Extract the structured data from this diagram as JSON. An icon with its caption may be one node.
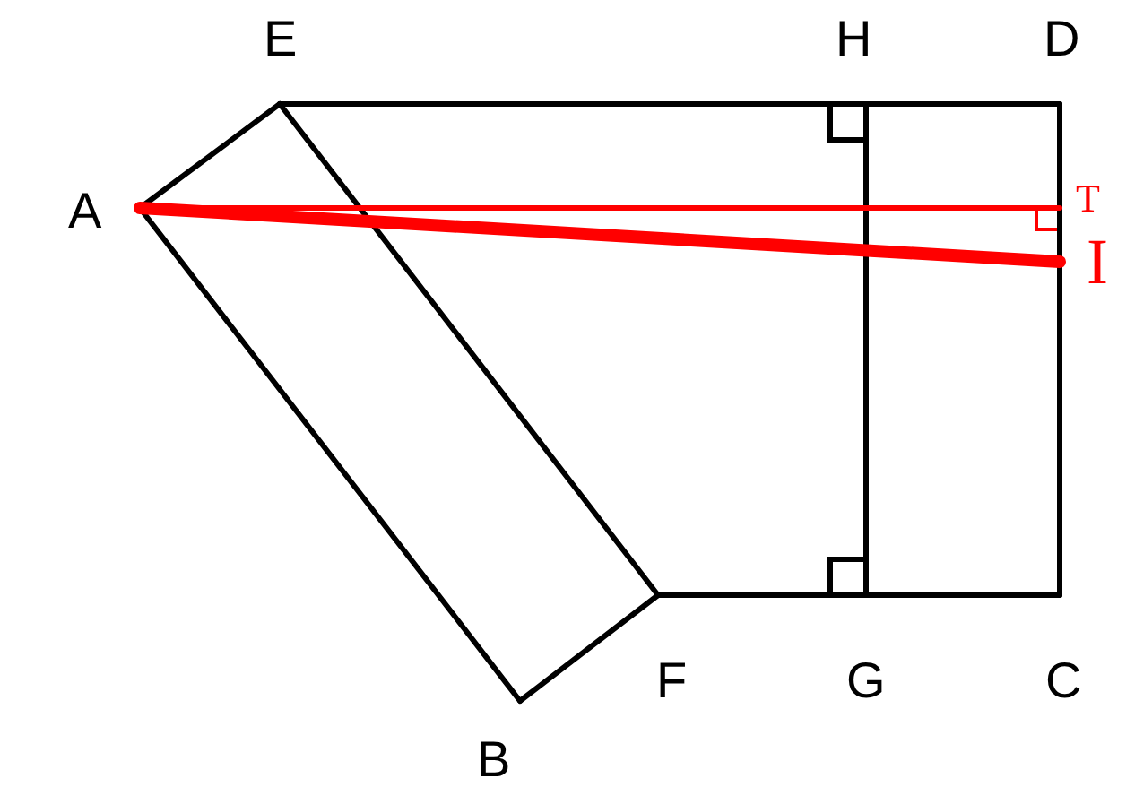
{
  "diagram": {
    "nodes": [
      {
        "text": [
          "E"
        ]
      },
      {
        "text": [
          "H"
        ]
      },
      {
        "text": [
          "D"
        ]
      },
      {
        "text": [
          "A"
        ]
      },
      {
        "text": [
          "F"
        ]
      },
      {
        "text": [
          "G"
        ]
      },
      {
        "text": [
          "C"
        ]
      },
      {
        "text": [
          "B"
        ]
      }
    ],
    "edges": [
      {
        "from": 0,
        "to": 1,
        "arrow": "none"
      },
      {
        "from": 1,
        "to": 2,
        "arrow": "none"
      },
      {
        "from": 2,
        "to": 6,
        "arrow": "none"
      },
      {
        "from": 6,
        "to": 5,
        "arrow": "none"
      },
      {
        "from": 5,
        "to": 4,
        "arrow": "none"
      },
      {
        "from": 4,
        "to": 0,
        "arrow": "none"
      },
      {
        "from": 0,
        "to": 3,
        "arrow": "none"
      },
      {
        "from": 3,
        "to": 7,
        "arrow": "none"
      },
      {
        "from": 7,
        "to": 4,
        "arrow": "none"
      },
      {
        "from": 1,
        "to": 5,
        "arrow": "none"
      },
      {
        "from": 3,
        "to": null,
        "arrow": "none",
        "color": "#ff0000"
      },
      {
        "from": 3,
        "to": null,
        "arrow": "none",
        "style": "thick",
        "color": "#ff0000"
      }
    ],
    "labels": [
      "T",
      "I"
    ]
  }
}
